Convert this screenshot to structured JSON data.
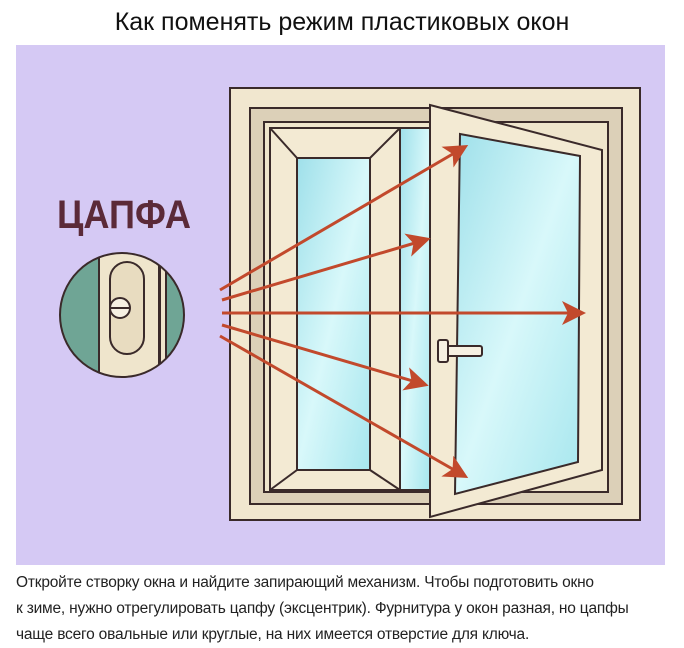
{
  "article": {
    "title": "Как поменять режим пластиковых окон",
    "illustration": {
      "label": "ЦАПФА",
      "colors": {
        "background": "#d5c9f4",
        "arrow": "#c2492c",
        "frame": "#f1e7cf",
        "glass": "#b4ecf2",
        "label": "#5b2a38",
        "seal": "#6fa595"
      }
    },
    "caption_lines": [
      "Откройте створку окна и найдите запирающий механизм. Чтобы подготовить окно",
      "к зиме, нужно отрегулировать цапфу (эксцентрик). Фурнитура у окон разная, но цапфы",
      "чаще всего овальные или круглые, на них имеется отверстие для ключа."
    ]
  }
}
